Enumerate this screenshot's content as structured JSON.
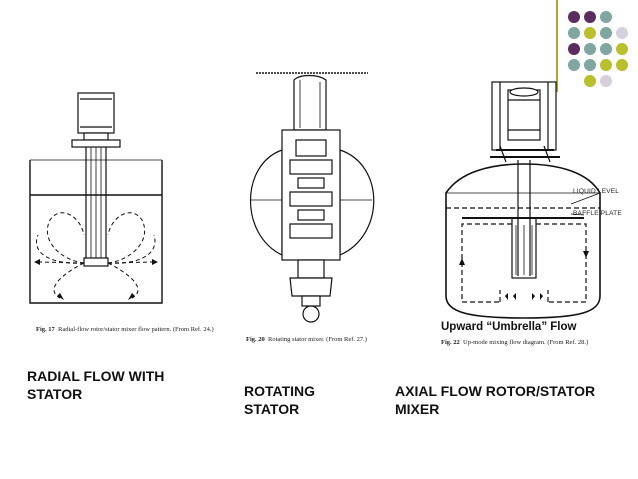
{
  "slide": {
    "accent_line_color": "#b7a033",
    "dot_colors": [
      "#5b2c5f",
      "#7fa6a0",
      "#b9bf2d",
      "#d6d0de"
    ]
  },
  "figures": {
    "radial": {
      "fig_no": "Fig. 17",
      "caption": "Radial-flow rotor/stator mixer flow pattern.  (From Ref. 24.)"
    },
    "rotating": {
      "fig_no": "Fig. 20",
      "caption": "Rotating stator mixer.  (From Ref. 27.)"
    },
    "axial": {
      "fig_no": "Fig. 22",
      "caption": "Up-mode mixing flow diagram.  (From Ref. 28.)",
      "heading": "Upward “Umbrella” Flow",
      "liquid_level": "LIQUID LEVEL",
      "baffle_plate": "BAFFLE PLATE"
    }
  },
  "labels": {
    "radial": {
      "line1": "RADIAL FLOW WITH",
      "line2": "STATOR"
    },
    "rotating": {
      "line1": "ROTATING",
      "line2": "STATOR"
    },
    "axial": {
      "line1": "AXIAL  FLOW ROTOR/STATOR",
      "line2": "MIXER"
    }
  }
}
